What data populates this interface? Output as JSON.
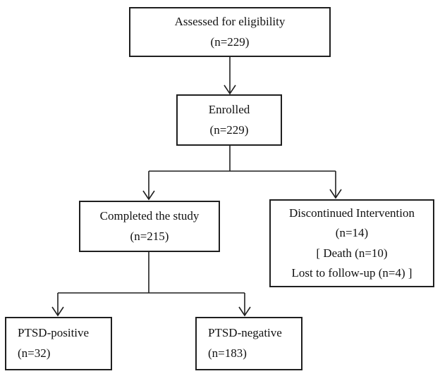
{
  "flowchart": {
    "assessed": {
      "label": "Assessed for eligibility",
      "count": "(n=229)"
    },
    "enrolled": {
      "label": "Enrolled",
      "count": "(n=229)"
    },
    "completed": {
      "label": "Completed the study",
      "count": "(n=215)"
    },
    "discontinued": {
      "label": "Discontinued Intervention",
      "count": "(n=14)",
      "death": "[ Death (n=10)",
      "lost": "Lost to follow-up (n=4) ]"
    },
    "ptsd_positive": {
      "label": "PTSD-positive",
      "count": "(n=32)"
    },
    "ptsd_negative": {
      "label": "PTSD-negative",
      "count": "(n=183)"
    }
  },
  "colors": {
    "line": "#1f1f1f",
    "text": "#111111",
    "background": "#ffffff"
  }
}
